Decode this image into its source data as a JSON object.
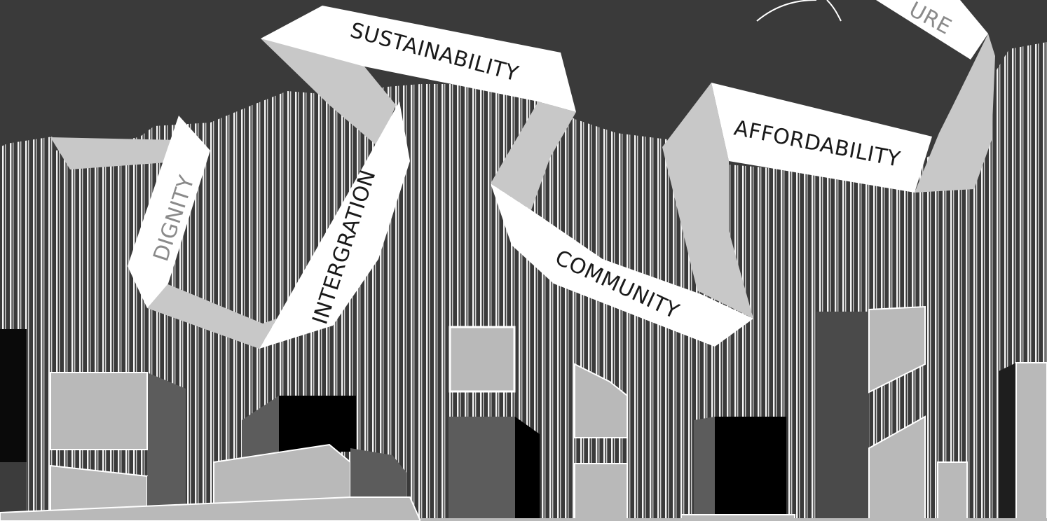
{
  "ribbon": {
    "words": {
      "sustainability": "SUSTAINABILITY",
      "dignity": "DIGNITY",
      "intergration": "INTERGRATION",
      "community": "COMMUNITY",
      "affordability": "AFFORDABILITY",
      "culture_partial": "URE"
    }
  },
  "colors": {
    "sky": "#3a3a3a",
    "ribbon_front": "#ffffff",
    "ribbon_fold": "#c8c8c8",
    "building_light": "#b9b9b9",
    "building_mid": "#5c5c5c",
    "building_dark": "#2a2a2a",
    "window_black": "#000000",
    "stripe": "#f2f2f2",
    "text": "#1a1a1a",
    "text_light": "#8a8a8a"
  }
}
